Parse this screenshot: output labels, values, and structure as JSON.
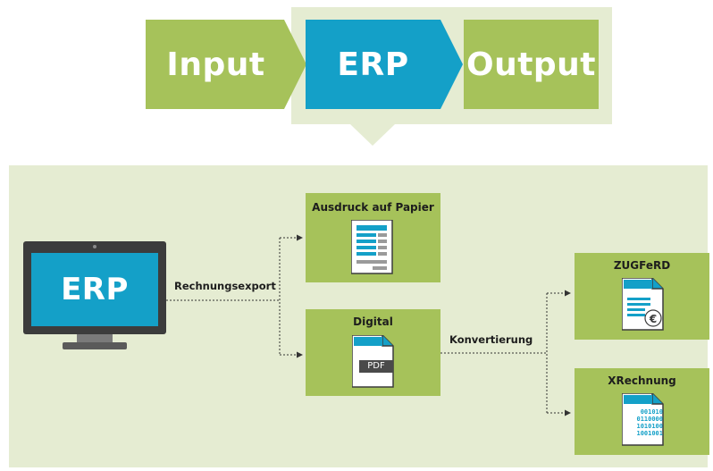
{
  "top_flow": {
    "input_label": "Input",
    "erp_label": "ERP",
    "output_label": "Output"
  },
  "monitor": {
    "screen_label": "ERP"
  },
  "flow_labels": {
    "export": "Rechnungsexport",
    "conversion": "Konvertierung"
  },
  "boxes": {
    "paper": {
      "title": "Ausdruck auf Papier"
    },
    "digital": {
      "title": "Digital",
      "doc_label": "PDF"
    },
    "zugferd": {
      "title": "ZUGFeRD",
      "icon_symbol": "€"
    },
    "xrechnung": {
      "title": "XRechnung",
      "binary_lines": [
        "001010",
        "0110000",
        "1010100",
        "1001001"
      ]
    }
  },
  "colors": {
    "light_green": "#e5ecd2",
    "green": "#a6c25a",
    "blue": "#14a0c8"
  }
}
